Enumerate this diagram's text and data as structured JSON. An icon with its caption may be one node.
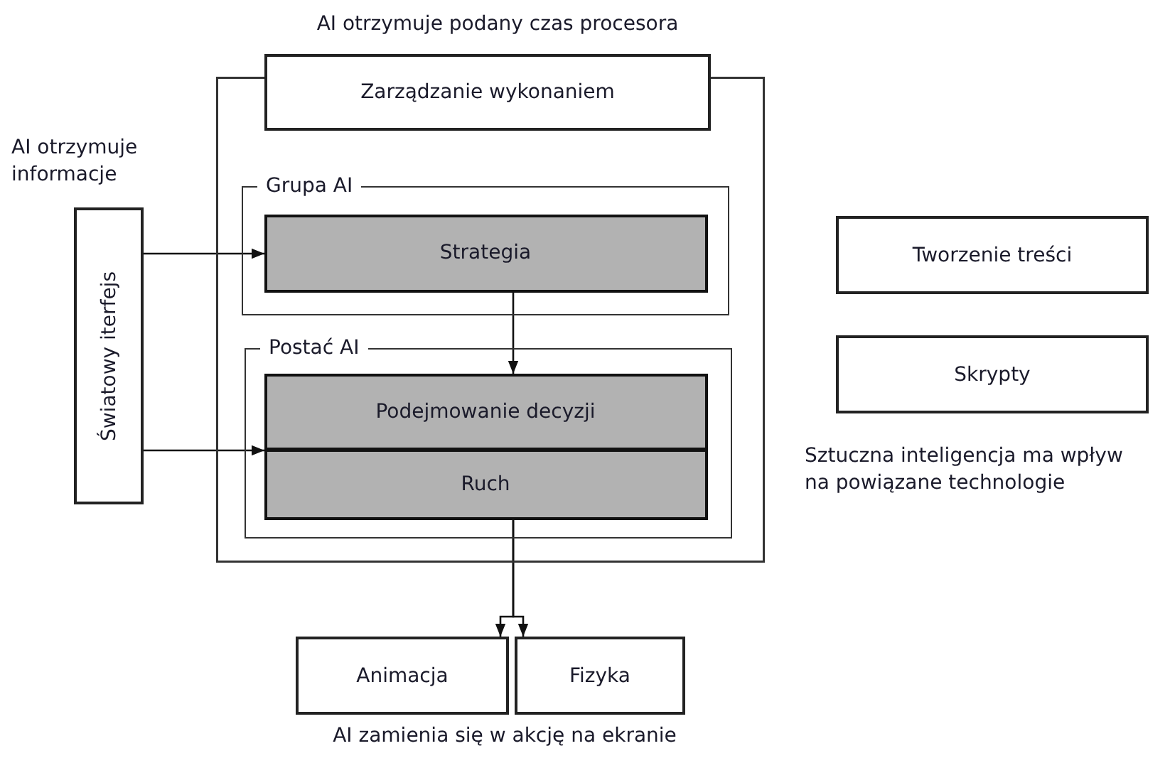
{
  "diagram": {
    "nodes": [
      {
        "text": [],
        "shape": "box"
      },
      {
        "text": [
          "Zarządzanie wykonaniem"
        ],
        "beside": [
          "AI otrzymuje podany czas procesora"
        ]
      },
      {
        "text": [
          "Grupa AI"
        ],
        "in": 0
      },
      {
        "text": [
          "Strategia"
        ],
        "in": 2
      },
      {
        "text": [
          "Postać AI"
        ],
        "in": 0
      },
      {
        "text": [
          "Podejmowanie decyzji"
        ],
        "in": 4
      },
      {
        "text": [
          "Ruch"
        ],
        "in": 4
      },
      {
        "text": [
          "Światowy iterfejs"
        ],
        "beside": [
          "AI otrzymuje informacje"
        ]
      },
      {
        "text": [
          "Animacja"
        ]
      },
      {
        "text": [
          "Fizyka"
        ]
      },
      {
        "text": [
          "Tworzenie treści"
        ]
      },
      {
        "text": [
          "Skrypty"
        ]
      }
    ],
    "edges": [
      {
        "from": 7,
        "to": 3,
        "arrow": "to"
      },
      {
        "from": 7,
        "to": 5,
        "arrow": "to"
      },
      {
        "from": 3,
        "to": 5,
        "arrow": "to"
      },
      {
        "from": 6,
        "to": 8,
        "arrow": "to"
      },
      {
        "from": 6,
        "to": 9,
        "arrow": "to"
      }
    ],
    "labels": [
      "AI zamienia się w akcję na ekranie",
      "Sztuczna inteligencja ma wpływ na powiązane technologie"
    ]
  }
}
